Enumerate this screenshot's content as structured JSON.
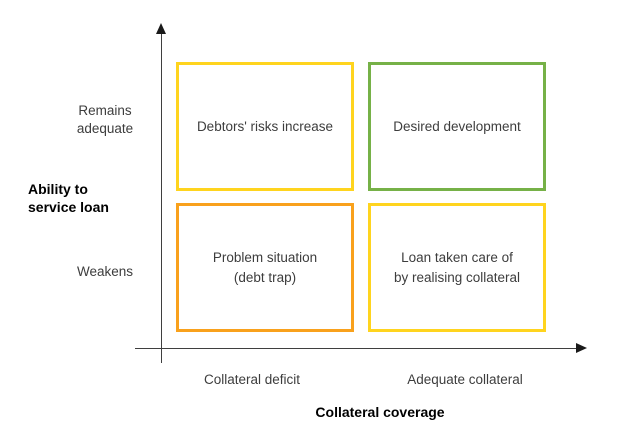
{
  "colors": {
    "yellow": "#FFD41E",
    "green": "#76B147",
    "orange": "#F9A11C"
  },
  "y_axis": {
    "title": "Ability to\nservice loan",
    "tick_top": "Remains\nadequate",
    "tick_bottom": "Weakens"
  },
  "x_axis": {
    "title": "Collateral coverage",
    "tick_left": "Collateral deficit",
    "tick_right": "Adequate collateral"
  },
  "quadrants": {
    "top_left": {
      "label": "Debtors' risks increase",
      "border_color": "#FFD41E"
    },
    "top_right": {
      "label": "Desired development",
      "border_color": "#76B147"
    },
    "bottom_left": {
      "label": "Problem situation\n(debt trap)",
      "border_color": "#F9A11C"
    },
    "bottom_right": {
      "label": "Loan taken care of\nby realising collateral",
      "border_color": "#FFD41E"
    }
  }
}
